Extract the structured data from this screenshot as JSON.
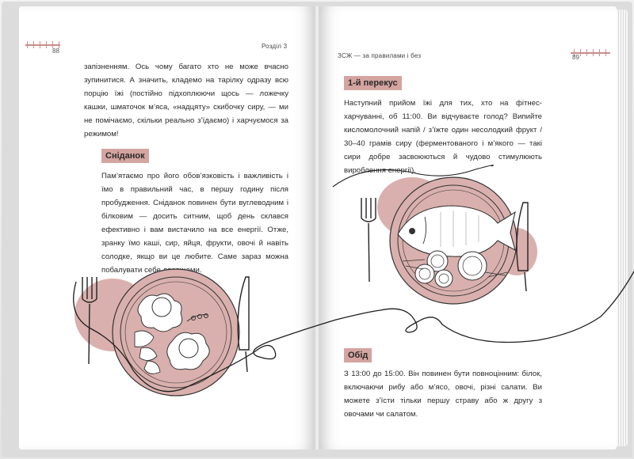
{
  "book": {
    "left_page": {
      "page_number": "88",
      "running_head": "Розділ 3",
      "paragraph_top": "запізненням. Ось чому багато хто не може вчасно зупинитися. А значить, кладемо на тарілку одразу всю порцію їжі (постійно підхоплюючи щось — ложечку кашки, шматочок м’яса, «надцяту» скибочку сиру, — ми не помічаємо, скільки реально з’їдаємо) і харчуємося за режимом!",
      "section_heading": "Сніданок",
      "section_text": "Пам’ятаємо про його обов’язковість і важливість і їмо в правильний час, в першу годину після пробудження. Сніданок повинен бути вуглеводним і білковим — досить ситним, щоб день склався ефективно і вам вистачило на все енергії. Отже, зранку їмо каші, сир, яйця, фрукти, овочі й навіть солодке, якщо ви це любите. Саме зараз можна побалувати себе ласощами."
    },
    "right_page": {
      "page_number": "89",
      "running_head": "ЗСЖ — за правилами і без",
      "section1_heading": "1-й перекус",
      "section1_text": "Наступний прийом їжі для тих, хто на фітнес-харчуванні, об 11:00. Ви відчуваєте голод? Випийте кисломолочний напій / з’їжте один несолодкий фрукт / 30–40 грамів сиру (ферментованого і м’якого — такі сири добре засвоюються й чудово стимулюють вироблення енергії).",
      "section2_heading": "Обід",
      "section2_text": "З 13:00 до 15:00. Він повинен бути повноцінним: білок, включаючи рибу або м’ясо, овочі, різні салати. Ви можете з’їсти тільки першу страву або ж другу з овочами чи салатом."
    }
  },
  "colors": {
    "accent_pink": "#d4a4a0",
    "plate_pink": "#d9b0ad",
    "ruler": "#c98d8c",
    "ink": "#2a2a2a"
  }
}
